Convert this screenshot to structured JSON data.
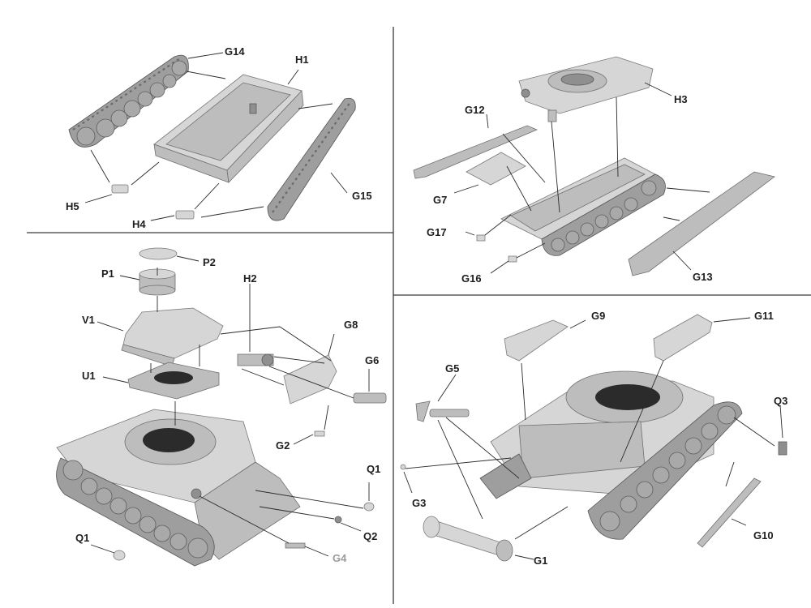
{
  "labels": {
    "G14": "G14",
    "H1": "H1",
    "H5": "H5",
    "H4": "H4",
    "G15": "G15",
    "H3": "H3",
    "G12": "G12",
    "G7": "G7",
    "G17": "G17",
    "G16": "G16",
    "G13": "G13",
    "P2": "P2",
    "P1": "P1",
    "V1": "V1",
    "H2": "H2",
    "G8": "G8",
    "U1": "U1",
    "G6": "G6",
    "G2": "G2",
    "Q1a": "Q1",
    "Q2": "Q2",
    "Q1b": "Q1",
    "G4": "G4",
    "G9": "G9",
    "G11": "G11",
    "G5": "G5",
    "Q3": "Q3",
    "G3": "G3",
    "G10": "G10",
    "G1": "G1"
  },
  "colors": {
    "ink": "#1e1e1e",
    "model_grey": "#bdbdbd",
    "divider": "#3a3a3a"
  }
}
